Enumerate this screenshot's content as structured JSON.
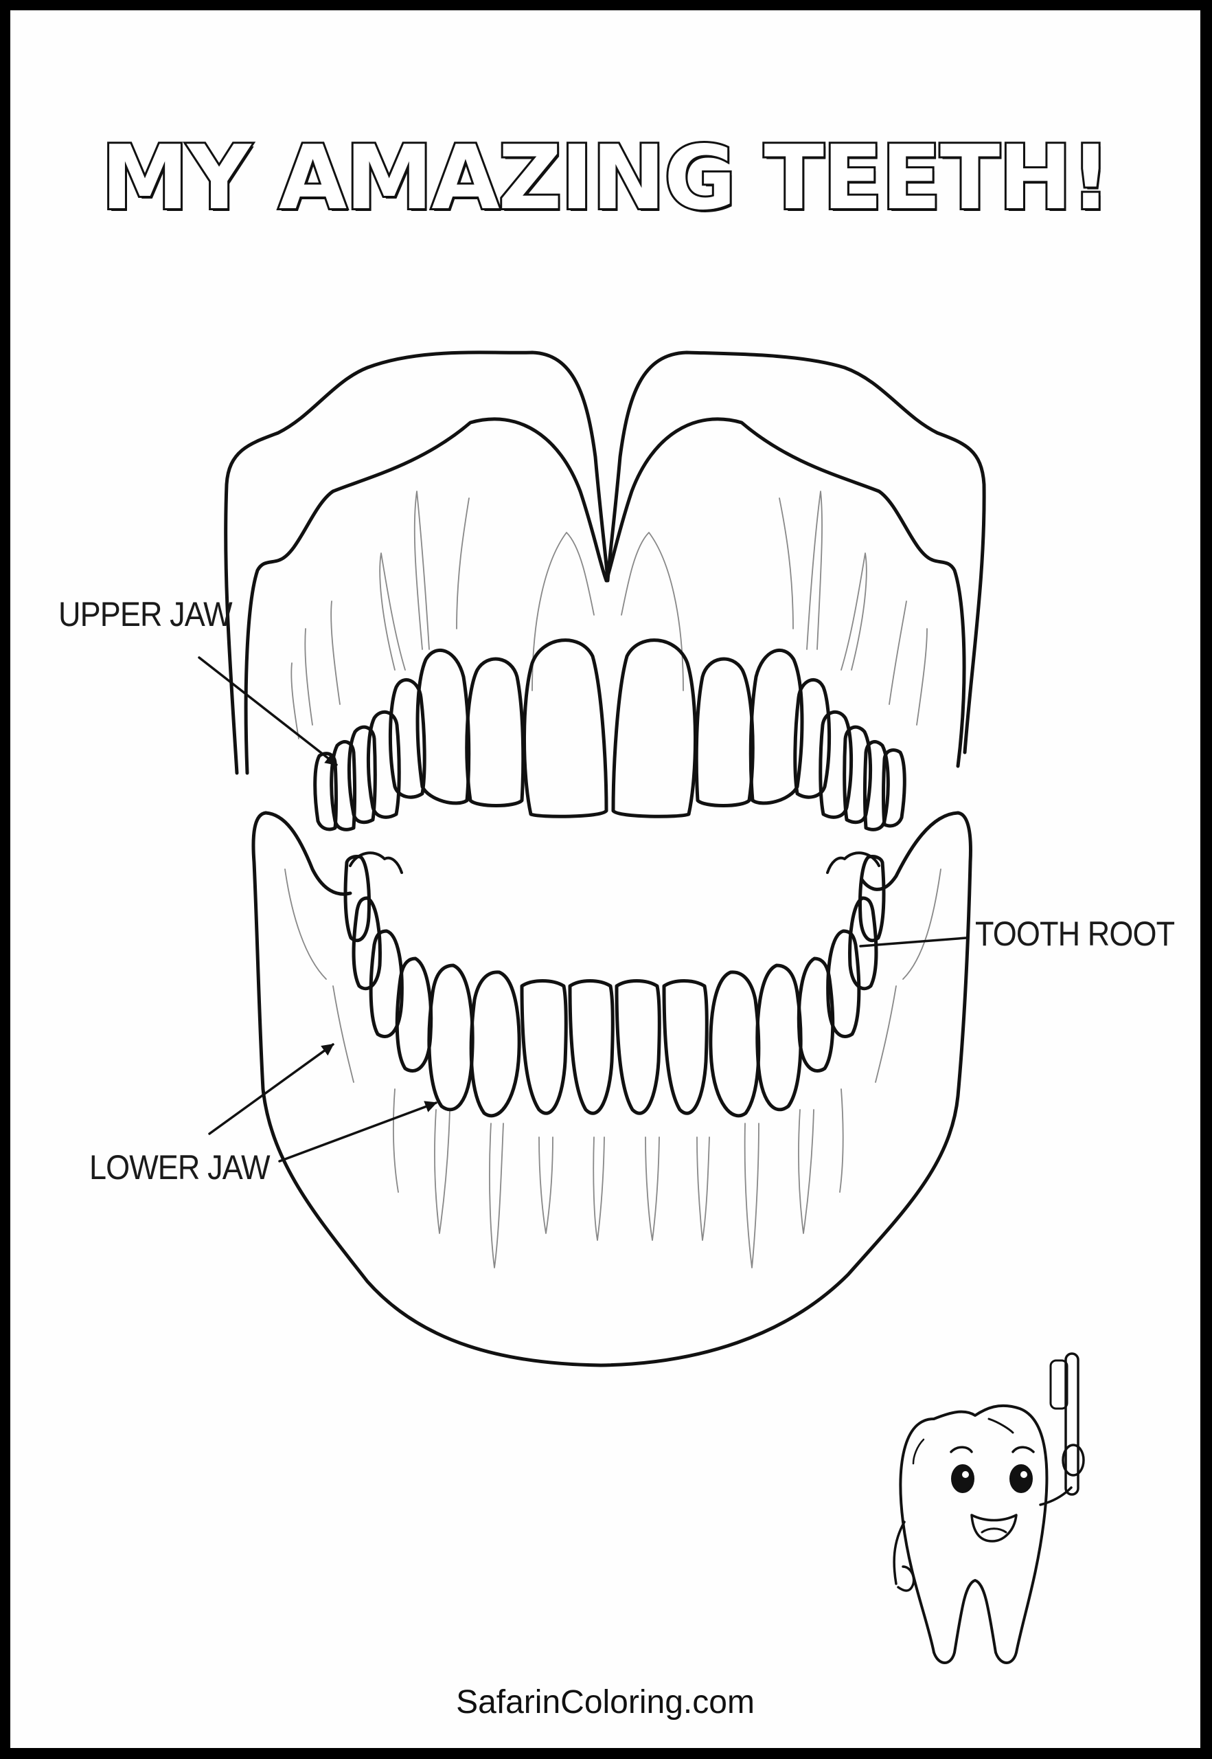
{
  "page": {
    "title": "MY AMAZING TEETH!",
    "footer": "SafarinColoring.com",
    "border_color": "#000000",
    "background": "#fefefe"
  },
  "diagram": {
    "subject": "upper and lower jaw with teeth",
    "labels": [
      {
        "id": "upper-jaw",
        "text": "UPPER JAW"
      },
      {
        "id": "tooth-root",
        "text": "TOOTH ROOT"
      },
      {
        "id": "lower-jaw",
        "text": "LOWER JAW"
      }
    ]
  },
  "mascot": {
    "description": "smiling tooth character holding a toothbrush"
  }
}
